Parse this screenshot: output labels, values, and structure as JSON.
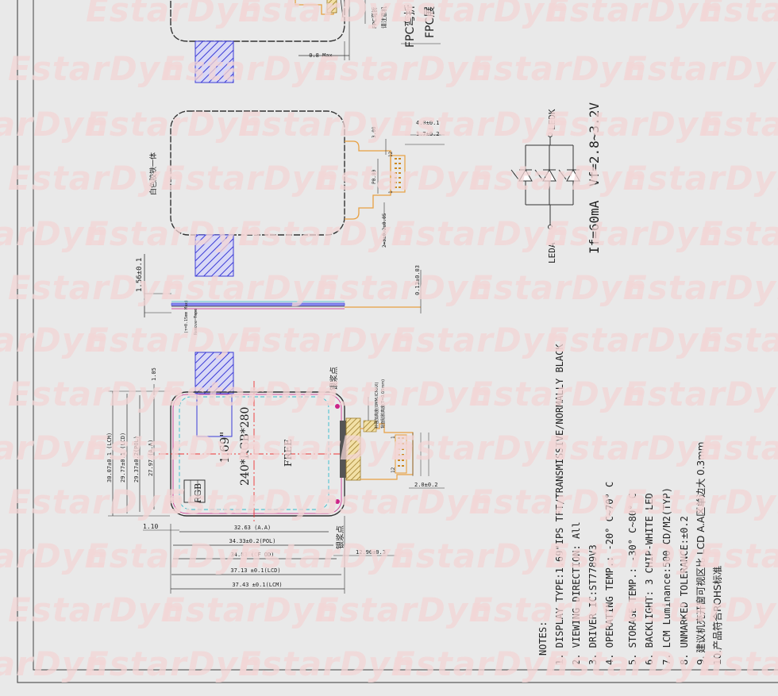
{
  "brand": {
    "watermark": "EstarDyn",
    "watermark_color": "#f3d6d6"
  },
  "colors": {
    "line": "#333333",
    "fpc": "#e8a042",
    "hatch": "#3b3bd6",
    "active_area": "#ee3333",
    "annotation_red": "#cc2288",
    "dashed": "#33bbcc",
    "pin": "#cc8822"
  },
  "top_view": {
    "label_white_tape": "白色胶铁一体",
    "dim_4_0": "4.0±0.1",
    "dim_1_7": "1.7±0.2",
    "dim_3_00": "3.00",
    "dim_12": "12",
    "dim_1": "1",
    "dim_pitch": "P0.80",
    "dim_pins": "2=3±0.2±0.05",
    "dim_0_8max": "0.8 Max",
    "fpc_note_1": "FPC弯折",
    "fpc_note_2": "请注意机",
    "fpc_text_1": "FPC弯折",
    "fpc_text_2": "FPC展"
  },
  "side_view": {
    "thickness": "1.56±0.1",
    "fpc_thickness": "0.13±0.03",
    "tape_label": "Remove Tape",
    "tape_spec": "(τ=0.15mm Max)"
  },
  "front_view": {
    "size_label": "1.69\"",
    "resolution": "240*RGB*280",
    "free_label": "FREE",
    "rgb": "RGB",
    "dim_1_05": "1.05",
    "dim_1_10": "1.10",
    "silver_dot_top": "银浆点",
    "silver_dot_bottom": "银浆点",
    "dim_12_96": "12.96±0.3",
    "dim_2_0": "2.0±0.2",
    "conn_note_1": "补强加高度(0MM.ICMAX)",
    "conn_note_2": "背面贴胶高度(T=0.05mm)",
    "pin_12": "12",
    "pin_1": "1",
    "vertical_dims": [
      "30.07±0.1 (LCM)",
      "29.77±0.1 (LCD)",
      "29.37±0.2(POL)",
      "27.97 (A.A)"
    ],
    "horizontal_dims": [
      "32.63 (A.A)",
      "34.33±0.2(POL)",
      "34.83 (CF OD)",
      "37.13 ±0.1(LCD)",
      "37.43 ±0.1(LCM)"
    ]
  },
  "backlight": {
    "ledk": "LEDK",
    "leda": "LEDA",
    "vf": "Vf=2.8~3.2V",
    "if": "If=60mA"
  },
  "notes": {
    "title": "NOTES:",
    "items": [
      "1. DISPLAY TYPE:1.69\"IPS TFT/TRANSMISSIVE/NORMALLY BLACK",
      "2. VIEWING DIRECTION: All",
      "3. DRIVER IC:ST7789V3",
      "4. OPERATING TEMP.:  -20° C~70° C",
      "5. STORAGE TEMP.:  -30° C~80° C",
      "6. BACKLIGHT: 3 CHIP-WHITE LED",
      "7. LCM Luminance:500 CD/M2(TYP)",
      "8. UNMARKED TOLERANCE:±0.2",
      "9. 建议机壳开窗可视区比 LCD A.A区单边大 0.3mm",
      "10.产品符合ROHS标准"
    ]
  }
}
